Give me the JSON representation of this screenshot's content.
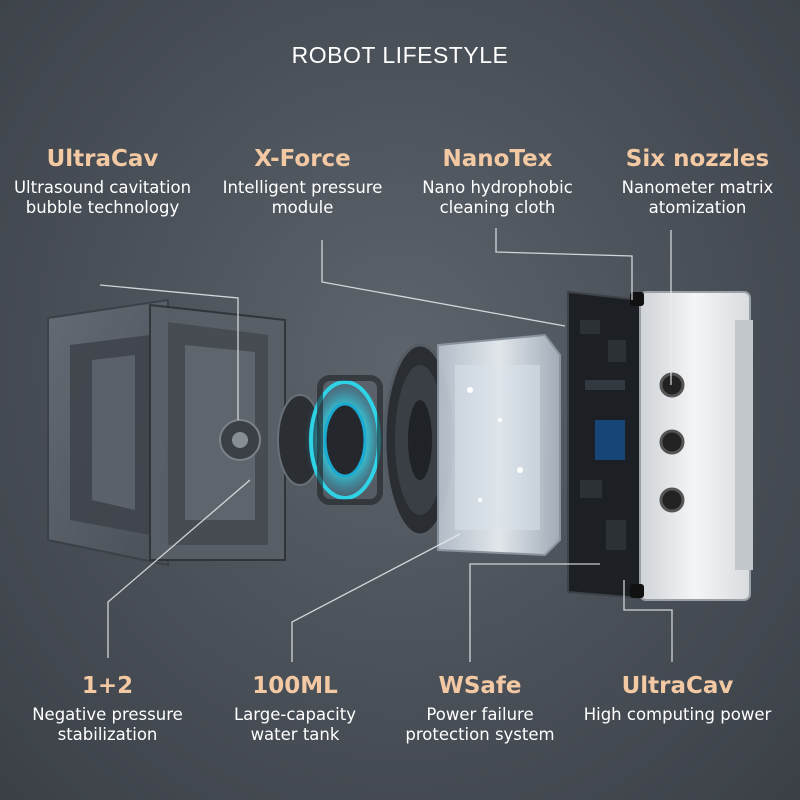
{
  "title": "ROBOT LIFESTYLE",
  "features_top": [
    {
      "name": "UltraCav",
      "desc_lines": [
        "Ultrasound cavitation",
        "bubble technology"
      ]
    },
    {
      "name": "X-Force",
      "desc_lines": [
        "Intelligent pressure",
        "module"
      ]
    },
    {
      "name": "NanoTex",
      "desc_lines": [
        "Nano hydrophobic",
        "cleaning cloth"
      ]
    },
    {
      "name": "Six nozzles",
      "desc_lines": [
        "Nanometer matrix",
        "atomization"
      ]
    }
  ],
  "features_bottom": [
    {
      "name": "1+2",
      "desc_lines": [
        "Negative pressure",
        "stabilization"
      ]
    },
    {
      "name": "100ML",
      "desc_lines": [
        "Large-capacity",
        "water tank"
      ]
    },
    {
      "name": "WSafe",
      "desc_lines": [
        "Power failure",
        "protection system"
      ]
    },
    {
      "name": "UltraCav",
      "desc_lines": [
        "High computing power"
      ]
    }
  ],
  "colors": {
    "accent_name": "#f3c9a4",
    "text": "#ffffff",
    "background": "#4d535b",
    "fan_glow": "#2fd3e6"
  }
}
